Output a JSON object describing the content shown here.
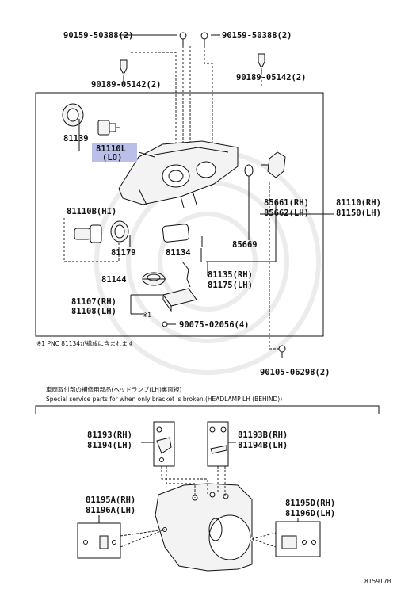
{
  "callouts": {
    "bolt_left": "90159-50388(2)",
    "bolt_right": "90159-50388(2)",
    "clip_left": "90189-05142(2)",
    "clip_right": "90189-05142(2)",
    "cap_81139": "81139",
    "bulb_81110l": "81110L",
    "bulb_lo": "(LO)",
    "socket_81110b": "81110B(HI)",
    "gasket_85661": "85661(RH)",
    "gasket_85662": "85662(LH)",
    "assy_81110": "81110(RH)",
    "assy_81150": "81150(LH)",
    "seal_81179": "81179",
    "gasket_81134": "81134",
    "oring_85669": "85669",
    "cap_81144": "81144",
    "harness_81135": "81135(RH)",
    "harness_81175": "81175(LH)",
    "computer_81107": "81107(RH)",
    "computer_81108": "81108(LH)",
    "note_mark": "※1",
    "screw_90075": "90075-02056(4)",
    "bolt_90105": "90105-06298(2)",
    "bracket_81193": "81193(RH)",
    "bracket_81194": "81194(LH)",
    "bracket_81193b": "81193B(RH)",
    "bracket_81194b": "81194B(LH)",
    "bracket_81195a": "81195A(RH)",
    "bracket_81196a": "81196A(LH)",
    "bracket_81195d": "81195D(RH)",
    "bracket_81196d": "81196D(LH)"
  },
  "footnote": "※1 PNC 81134が構成に含まれます",
  "section_title_jp": "車両取付部の補修用部品(ヘッドランプ(LH)裏面視)",
  "section_title_en": "Special service parts for when only bracket is broken.(HEADLAMP LH (BEHIND))",
  "diagram_id": "815917B",
  "highlight_color": "#b9bfe9"
}
